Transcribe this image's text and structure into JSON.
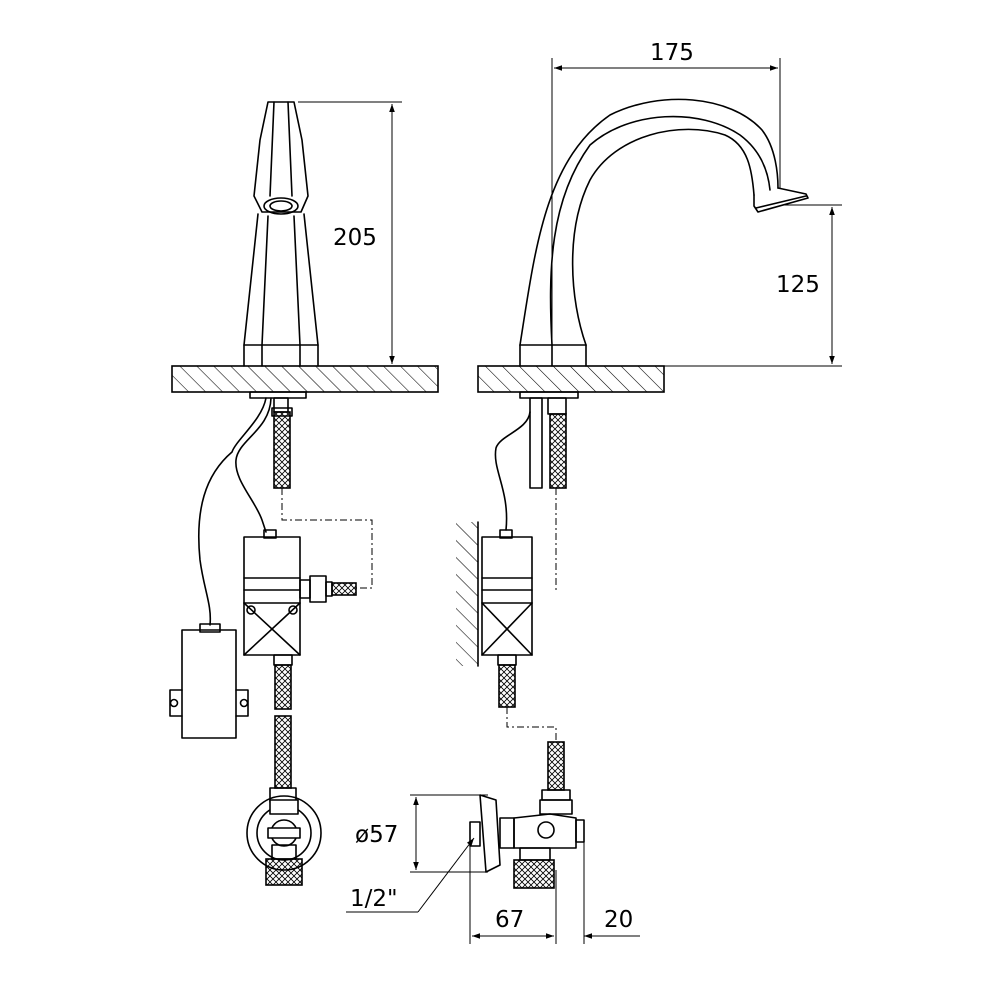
{
  "dimensions": {
    "height_total": "205",
    "spout_reach": "175",
    "spout_height": "125",
    "flange_diameter": "ø57",
    "thread_size": "1/2\"",
    "valve_depth": "67",
    "valve_outlet": "20"
  }
}
